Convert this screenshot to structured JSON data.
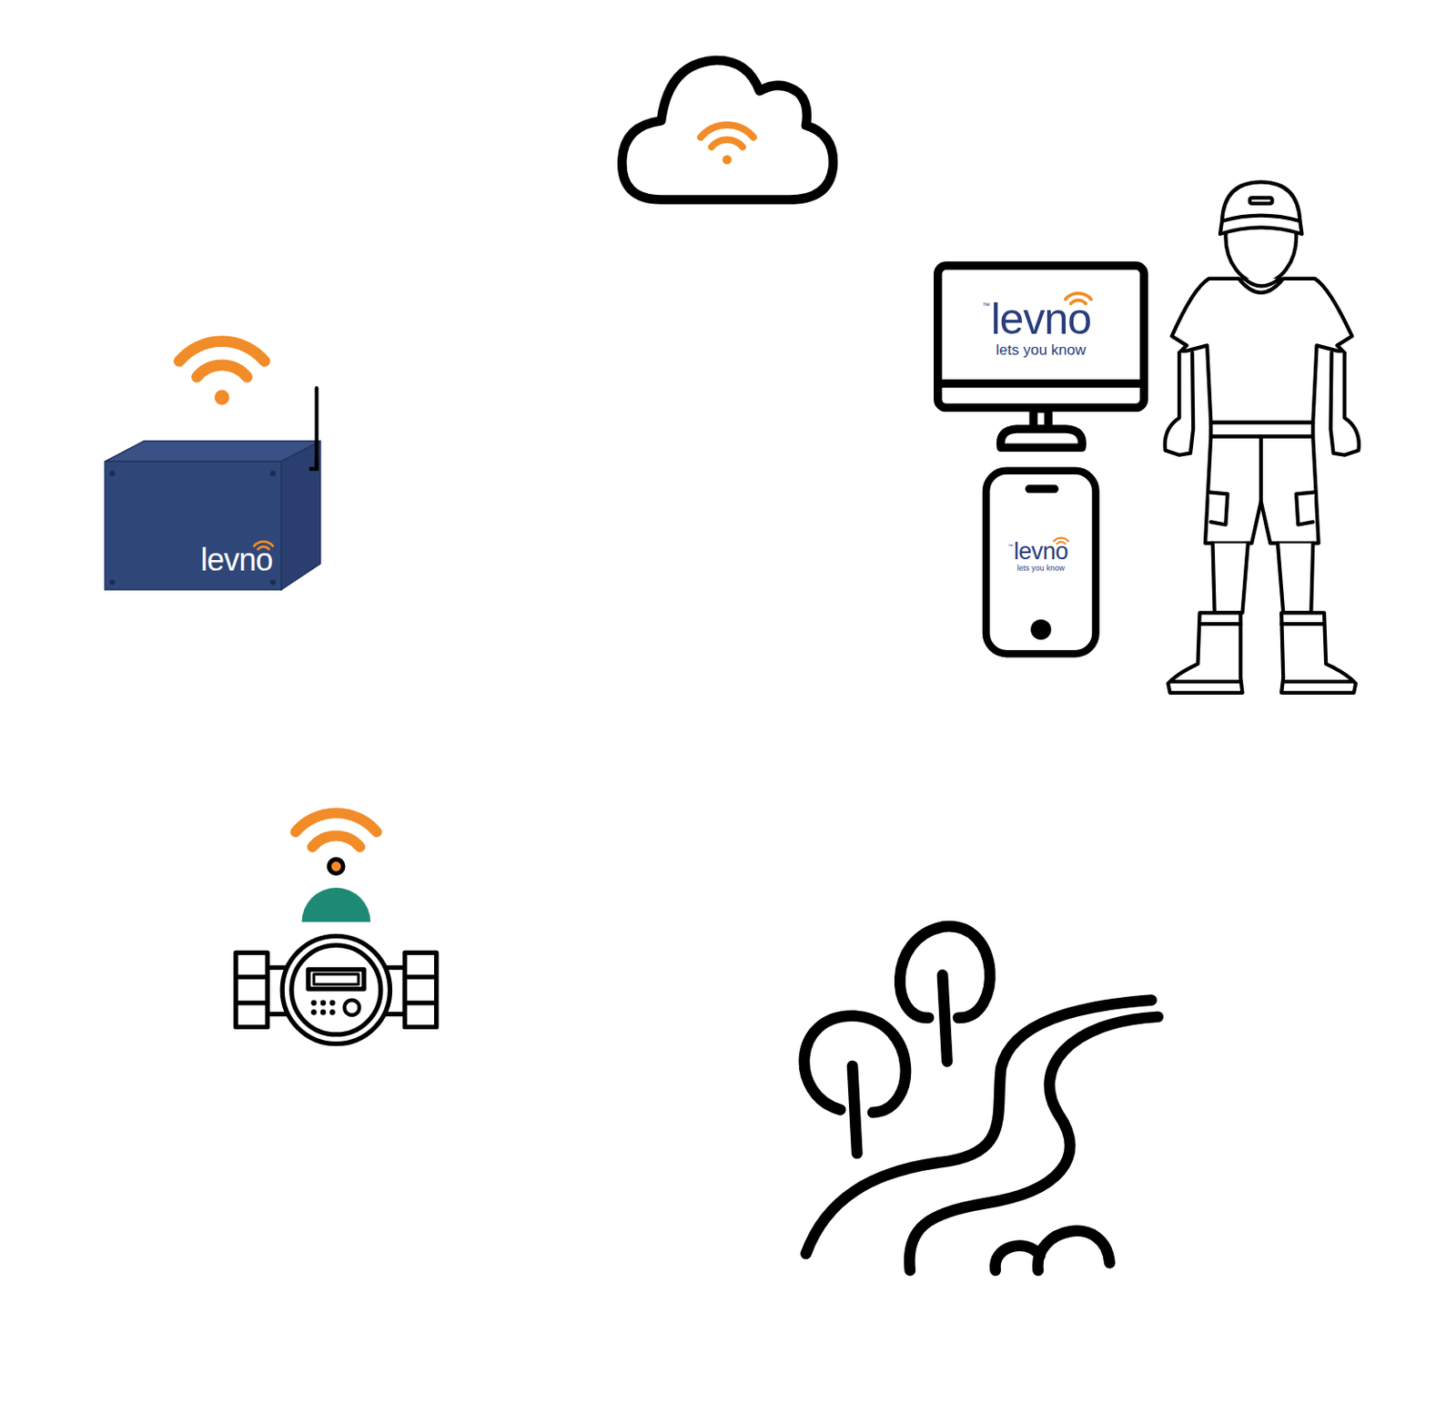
{
  "diagram": {
    "nodes": [
      {
        "text": [
          "levno"
        ]
      },
      {
        "text": [
          "levno",
          "lets you know"
        ]
      },
      {
        "text": [
          "levno",
          "lets you know"
        ]
      }
    ],
    "labels": [
      "™",
      "™"
    ]
  }
}
